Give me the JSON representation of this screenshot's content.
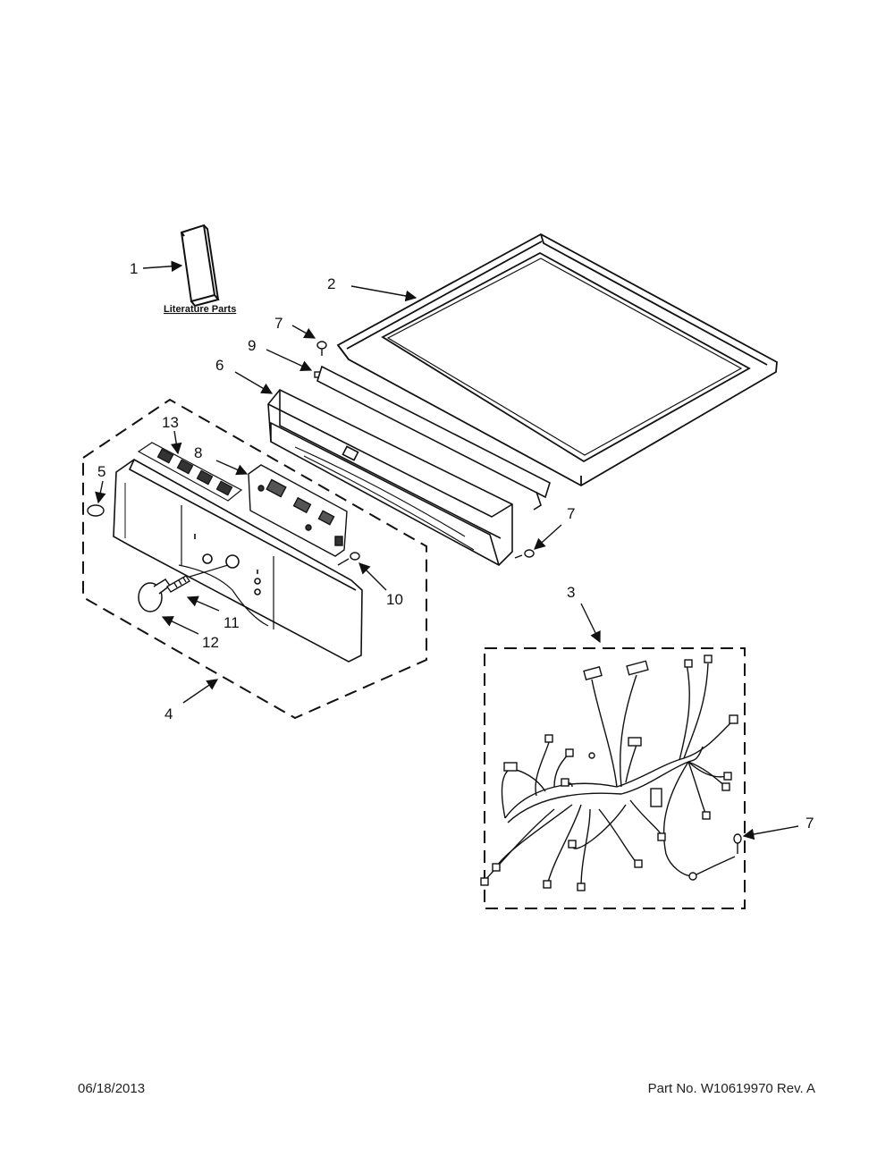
{
  "diagram": {
    "literature_label": "Literature Parts",
    "callouts": {
      "c1": "1",
      "c2": "2",
      "c3": "3",
      "c4": "4",
      "c5": "5",
      "c6": "6",
      "c7a": "7",
      "c7b": "7",
      "c7c": "7",
      "c8": "8",
      "c9": "9",
      "c10": "10",
      "c11": "11",
      "c12": "12",
      "c13": "13"
    }
  },
  "footer": {
    "date": "06/18/2013",
    "part_no": "Part No.  W10619970  Rev.  A"
  }
}
